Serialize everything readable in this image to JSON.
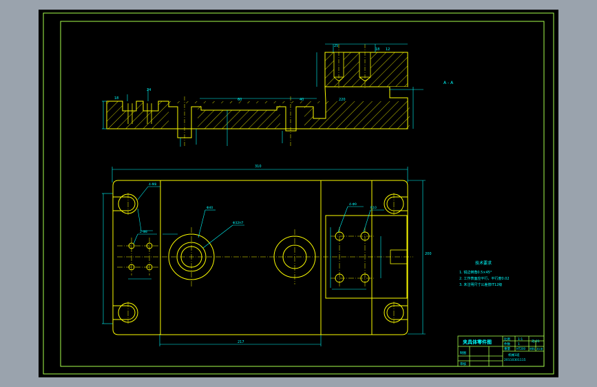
{
  "colors": {
    "background": "#9aa3ad",
    "sheet": "#000000",
    "border": "#a8ff4c",
    "part": "#ffff00",
    "dims": "#00ffff",
    "hatch": "#ffff00"
  },
  "section_view": {
    "label": "A - A",
    "dims": [
      "18",
      "24",
      "60",
      "40",
      "25",
      "18",
      "220",
      "12"
    ]
  },
  "plan_view": {
    "overall_width": "310",
    "overall_height": "200",
    "center_span": "217",
    "callouts": [
      "4-M8",
      "2-Φ8",
      "Φ40",
      "Φ32H7",
      "4-Φ9",
      "R10"
    ]
  },
  "tech_notes": {
    "heading": "技术要求",
    "lines": [
      "1. 锐边倒角0.5×45°",
      "2. 工作表面应平行，平行度0.02",
      "3. 未注明尺寸公差按IT12级"
    ]
  },
  "title_block": {
    "title": "夹具体零件图",
    "scale_label": "比例",
    "scale_value": "1:1",
    "qty_label": "件数",
    "qty_value": "1",
    "material_label": "材料",
    "material_value": "HT200",
    "drawing_no": "ZJ-01",
    "weight_label": "重量",
    "sheet_value": "共1张",
    "drawn_label": "制图",
    "checked_label": "审核",
    "org": "机械1班",
    "student_no": "20110301115"
  }
}
